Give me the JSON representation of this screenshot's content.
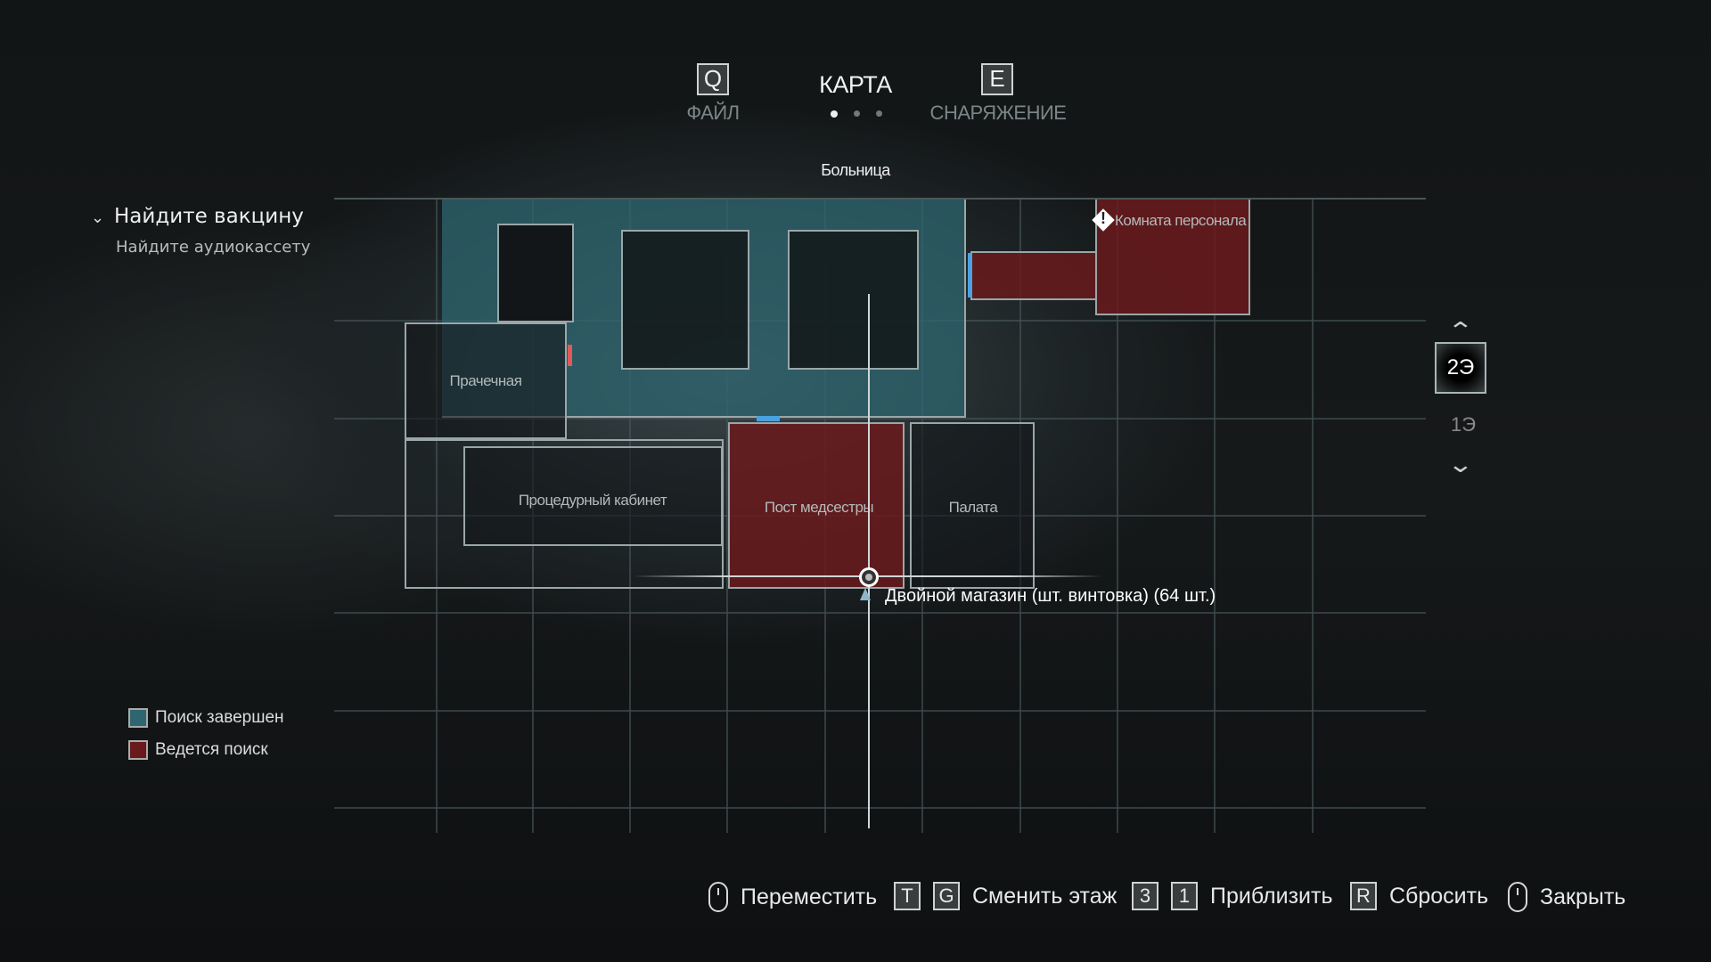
{
  "tabs": [
    {
      "key": "Q",
      "label": "ФАЙЛ"
    },
    {
      "label": "КАРТА",
      "active": true
    },
    {
      "key": "E",
      "label": "СНАРЯЖЕНИЕ"
    }
  ],
  "page_dots": 3,
  "area": "Больница",
  "objectives": {
    "main": "Найдите вакцину",
    "sub": "Найдите аудиокассету"
  },
  "rooms": {
    "laundry": "Прачечная",
    "procedure": "Процедурный кабинет",
    "nurse": "Пост медсестры",
    "ward": "Палата",
    "staff": "Комната персонала"
  },
  "item_label": "Двойной магазин (шт. винтовка) (64 шт.)",
  "legend": [
    {
      "label": "Поиск завершен",
      "color": "#2e6670"
    },
    {
      "label": "Ведется поиск",
      "color": "#6a1a1c"
    }
  ],
  "floors": {
    "current": "2Э",
    "other": "1Э"
  },
  "hints": {
    "move": "Переместить",
    "floor_keys": [
      "T",
      "G"
    ],
    "floor": "Сменить этаж",
    "zoom_keys": [
      "3",
      "1"
    ],
    "zoom": "Приблизить",
    "reset_key": "R",
    "reset": "Сбросить",
    "close": "Закрыть"
  },
  "colors": {
    "searched": "#2e6670",
    "in_progress": "#6a1a1c",
    "door_blue": "#4aa3e0",
    "door_red": "#e05a5a"
  }
}
